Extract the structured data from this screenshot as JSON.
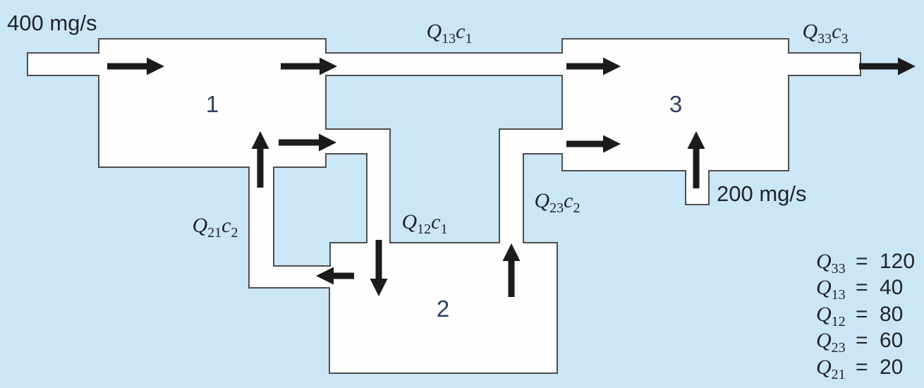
{
  "figure": {
    "colors": {
      "background": "#cbe6f7",
      "pipe_fill": "#fefefe",
      "outline": "#4e4e4e",
      "arrow": "#1b1b1b",
      "label_text": "#1d212b",
      "number_text": "#2c3f63"
    },
    "inflows": [
      {
        "id": "inflow-400",
        "text": "400 mg/s"
      },
      {
        "id": "inflow-200",
        "text": "200 mg/s"
      }
    ],
    "reactors": [
      {
        "id": "reactor-1",
        "number": "1"
      },
      {
        "id": "reactor-2",
        "number": "2"
      },
      {
        "id": "reactor-3",
        "number": "3"
      }
    ],
    "flow_labels": [
      {
        "id": "label-q13c1",
        "parts": [
          {
            "base": "Q",
            "sub": "13"
          },
          {
            "base": "c",
            "sub": "1"
          }
        ]
      },
      {
        "id": "label-q33c3",
        "parts": [
          {
            "base": "Q",
            "sub": "33"
          },
          {
            "base": "c",
            "sub": "3"
          }
        ]
      },
      {
        "id": "label-q21c2",
        "parts": [
          {
            "base": "Q",
            "sub": "21"
          },
          {
            "base": "c",
            "sub": "2"
          }
        ]
      },
      {
        "id": "label-q12c1",
        "parts": [
          {
            "base": "Q",
            "sub": "12"
          },
          {
            "base": "c",
            "sub": "1"
          }
        ]
      },
      {
        "id": "label-q23c2",
        "parts": [
          {
            "base": "Q",
            "sub": "23"
          },
          {
            "base": "c",
            "sub": "2"
          }
        ]
      }
    ],
    "legend": [
      {
        "id": "legend-q33",
        "base": "Q",
        "sub": "33",
        "equals": "=",
        "value": "120"
      },
      {
        "id": "legend-q13",
        "base": "Q",
        "sub": "13",
        "equals": "=",
        "value": "40"
      },
      {
        "id": "legend-q12",
        "base": "Q",
        "sub": "12",
        "equals": "=",
        "value": "80"
      },
      {
        "id": "legend-q23",
        "base": "Q",
        "sub": "23",
        "equals": "=",
        "value": "60"
      },
      {
        "id": "legend-q21",
        "base": "Q",
        "sub": "21",
        "equals": "=",
        "value": "20"
      }
    ]
  }
}
